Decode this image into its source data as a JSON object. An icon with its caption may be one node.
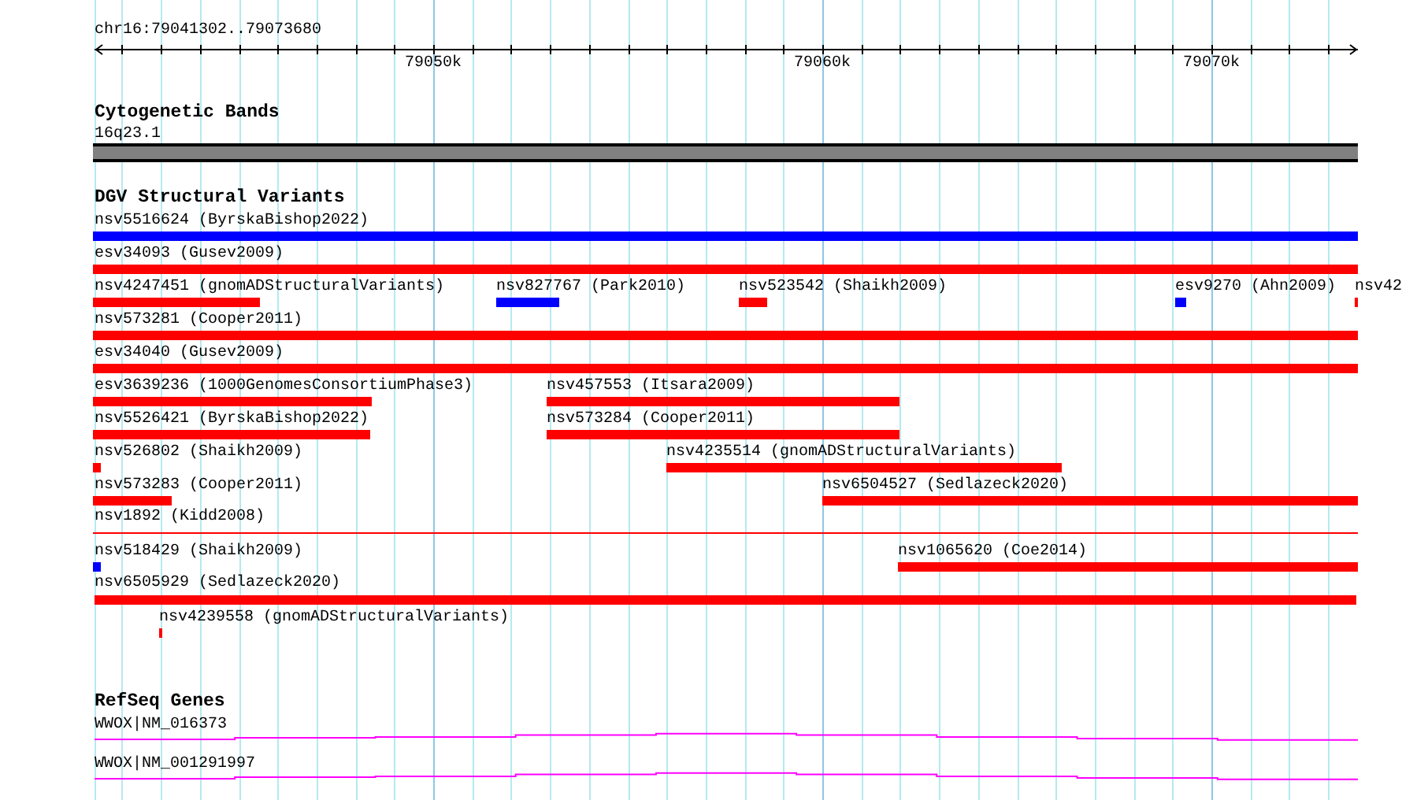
{
  "diagram": {
    "nodes": [
      {
        "text": [
          "Cytogenetic Bands"
        ]
      },
      {
        "text": [
          "16q23.1"
        ],
        "in": 0
      },
      {
        "text": [
          "DGV Structural Variants"
        ]
      },
      {
        "text": [
          "nsv5516624 (ByrskaBishop2022)"
        ],
        "in": 2
      },
      {
        "text": [
          "esv34093 (Gusev2009)"
        ],
        "in": 2
      },
      {
        "text": [
          "nsv4247451 (gnomADStructuralVariants)"
        ],
        "in": 2
      },
      {
        "text": [
          "nsv827767 (Park2010)"
        ],
        "in": 2
      },
      {
        "text": [
          "nsv523542 (Shaikh2009)"
        ],
        "in": 2
      },
      {
        "text": [
          "esv9270 (Ahn2009)"
        ],
        "in": 2
      },
      {
        "text": [
          "nsv42"
        ],
        "in": 2
      },
      {
        "text": [
          "nsv573281 (Cooper2011)"
        ],
        "in": 2
      },
      {
        "text": [
          "esv34040 (Gusev2009)"
        ],
        "in": 2
      },
      {
        "text": [
          "esv3639236 (1000GenomesConsortiumPhase3)"
        ],
        "in": 2
      },
      {
        "text": [
          "nsv457553 (Itsara2009)"
        ],
        "in": 2
      },
      {
        "text": [
          "nsv5526421 (ByrskaBishop2022)"
        ],
        "in": 2
      },
      {
        "text": [
          "nsv573284 (Cooper2011)"
        ],
        "in": 2
      },
      {
        "text": [
          "nsv526802 (Shaikh2009)"
        ],
        "in": 2
      },
      {
        "text": [
          "nsv4235514 (gnomADStructuralVariants)"
        ],
        "in": 2
      },
      {
        "text": [
          "nsv573283 (Cooper2011)"
        ],
        "in": 2
      },
      {
        "text": [
          "nsv6504527 (Sedlazeck2020)"
        ],
        "in": 2
      },
      {
        "text": [
          "nsv1892 (Kidd2008)"
        ],
        "in": 2
      },
      {
        "text": [
          "nsv518429 (Shaikh2009)"
        ],
        "in": 2
      },
      {
        "text": [
          "nsv1065620 (Coe2014)"
        ],
        "in": 2
      },
      {
        "text": [
          "nsv6505929 (Sedlazeck2020)"
        ],
        "in": 2
      },
      {
        "text": [
          "nsv4239558 (gnomADStructuralVariants)"
        ],
        "in": 2
      },
      {
        "text": [
          "RefSeq Genes"
        ]
      },
      {
        "text": [
          "WWOX|NM_016373"
        ],
        "in": 25
      },
      {
        "text": [
          "WWOX|NM_001291997"
        ],
        "in": 25
      }
    ],
    "edges": [],
    "labels": [
      "chr16:79041302..79073680",
      "79050k",
      "79060k",
      "79070k"
    ]
  }
}
